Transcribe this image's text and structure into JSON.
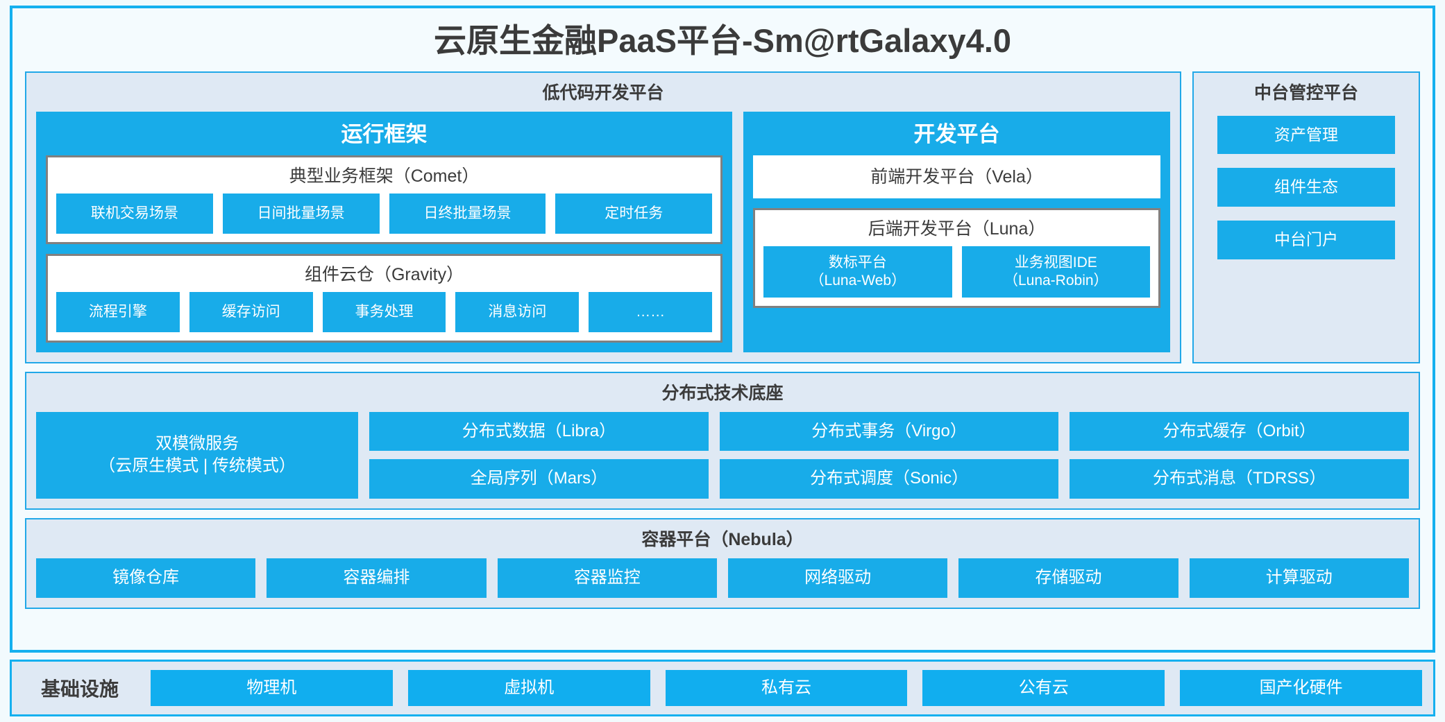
{
  "title": "云原生金融PaaS平台-Sm@rtGalaxy4.0",
  "colors": {
    "accent_blue": "#18ace9",
    "frame_blue": "#15b0ef",
    "panel_bg": "#dfe9f4",
    "page_bg": "#f2fafd",
    "card_border_gray": "#808080",
    "text_dark": "#3b3b3b",
    "text_light": "#ffffff"
  },
  "lowcode": {
    "title": "低代码开发平台",
    "runtime": {
      "title": "运行框架",
      "comet": {
        "title": "典型业务框架（Comet）",
        "chips": [
          "联机交易场景",
          "日间批量场景",
          "日终批量场景",
          "定时任务"
        ]
      },
      "gravity": {
        "title": "组件云仓（Gravity）",
        "chips": [
          "流程引擎",
          "缓存访问",
          "事务处理",
          "消息访问",
          "……"
        ]
      }
    },
    "devplat": {
      "title": "开发平台",
      "vela": {
        "title": "前端开发平台（Vela）"
      },
      "luna": {
        "title": "后端开发平台（Luna）",
        "chips": [
          {
            "line1": "数标平台",
            "line2": "（Luna-Web）"
          },
          {
            "line1": "业务视图IDE",
            "line2": "（Luna-Robin）"
          }
        ]
      }
    }
  },
  "control_platform": {
    "title": "中台管控平台",
    "items": [
      "资产管理",
      "组件生态",
      "中台门户"
    ]
  },
  "distributed": {
    "title": "分布式技术底座",
    "microservice": {
      "line1": "双模微服务",
      "line2": "（云原生模式 | 传统模式）"
    },
    "columns": [
      [
        "分布式数据（Libra）",
        "全局序列（Mars）"
      ],
      [
        "分布式事务（Virgo）",
        "分布式调度（Sonic）"
      ],
      [
        "分布式缓存（Orbit）",
        "分布式消息（TDRSS）"
      ]
    ]
  },
  "container": {
    "title": "容器平台（Nebula）",
    "chips": [
      "镜像仓库",
      "容器编排",
      "容器监控",
      "网络驱动",
      "存储驱动",
      "计算驱动"
    ]
  },
  "infrastructure": {
    "label": "基础设施",
    "chips": [
      "物理机",
      "虚拟机",
      "私有云",
      "公有云",
      "国产化硬件"
    ]
  }
}
